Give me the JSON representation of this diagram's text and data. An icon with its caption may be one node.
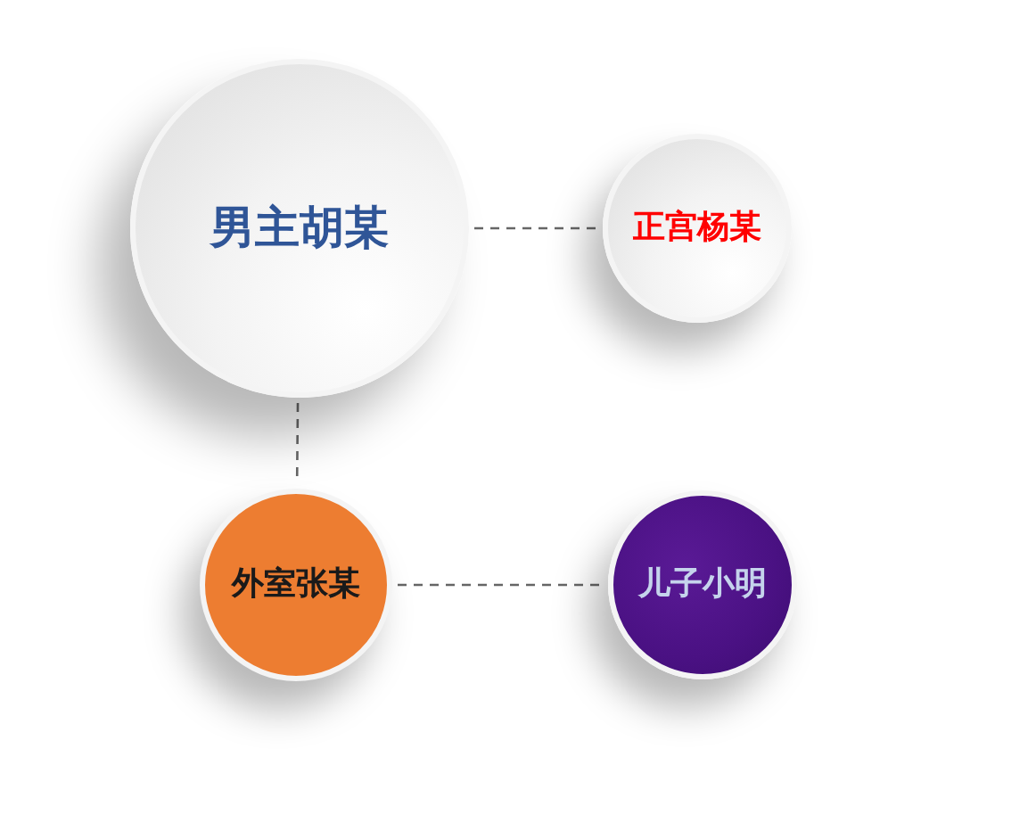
{
  "diagram": {
    "nodes": [
      {
        "text": [
          "男主胡某"
        ]
      },
      {
        "text": [
          "正宫杨某"
        ]
      },
      {
        "text": [
          "外室张某"
        ]
      },
      {
        "text": [
          "儿子小明"
        ]
      }
    ],
    "edges": [
      {
        "from": 0,
        "to": 1,
        "arrow": "none",
        "style": "dashed"
      },
      {
        "from": 0,
        "to": 2,
        "arrow": "none",
        "style": "dashed"
      },
      {
        "from": 2,
        "to": 3,
        "arrow": "none",
        "style": "dashed"
      }
    ]
  }
}
